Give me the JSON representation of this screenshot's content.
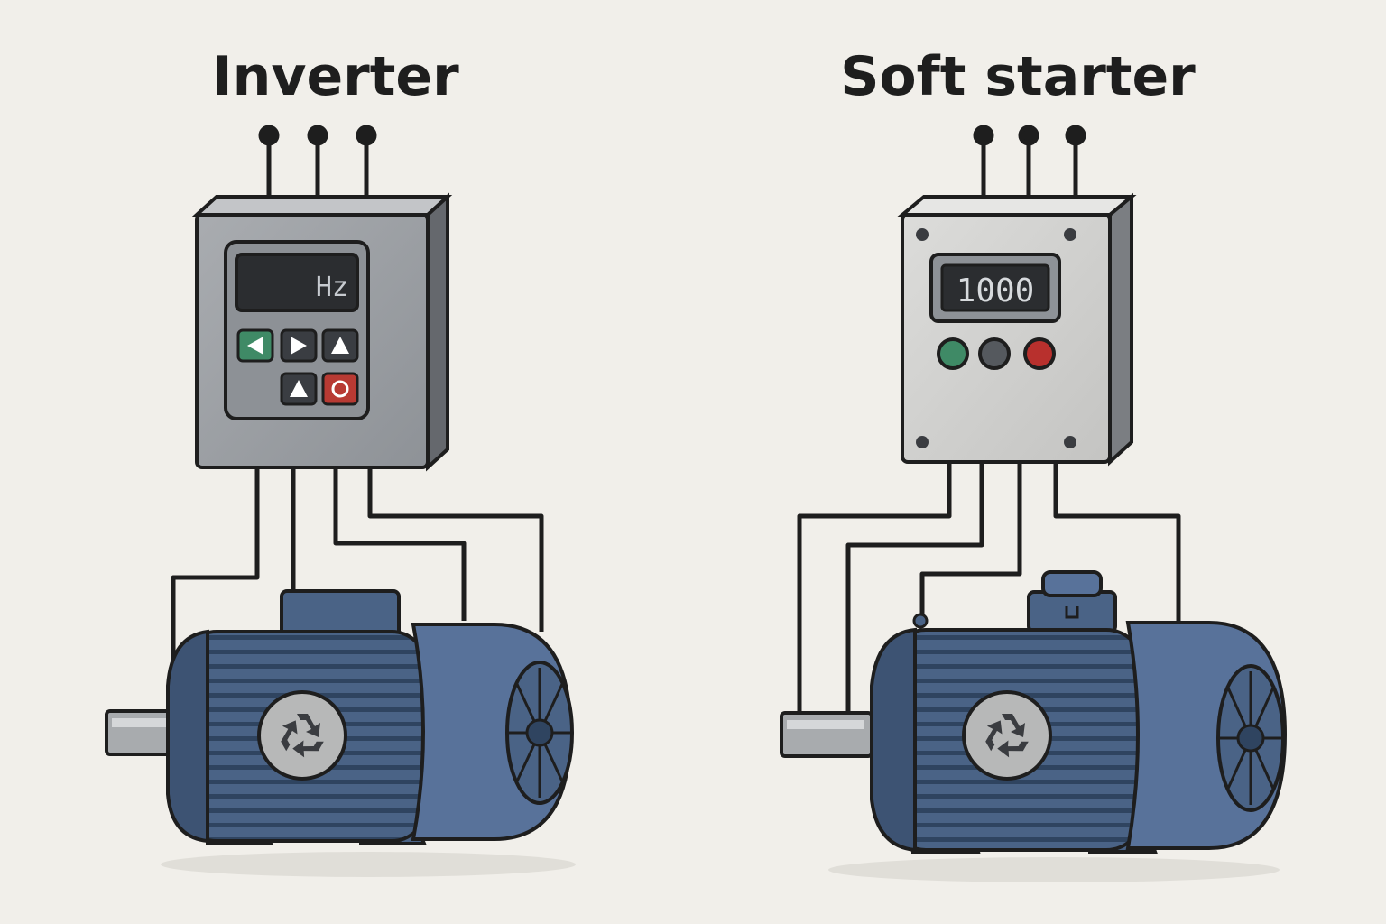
{
  "left": {
    "title": "Inverter",
    "display_text": "Hz",
    "keypad": [
      {
        "icon": "left-arrow-icon",
        "color": "#3f8a66"
      },
      {
        "icon": "right-arrow-icon",
        "color": "#3a3d42"
      },
      {
        "icon": "up-arrow-icon",
        "color": "#3a3d42"
      },
      {
        "icon": "up-arrow-icon",
        "color": "#3a3d42"
      },
      {
        "icon": "power-icon",
        "color": "#b83a33"
      }
    ]
  },
  "right": {
    "title": "Soft starter",
    "display_text": "1000",
    "buttons": [
      {
        "name": "green-button",
        "color": "#3f8a66"
      },
      {
        "name": "gray-button",
        "color": "#55595e"
      },
      {
        "name": "red-button",
        "color": "#b8302d"
      }
    ]
  },
  "motor": {
    "badge_icon": "recycle-icon",
    "body_color": "#4a6386",
    "dark_color": "#2f4460"
  }
}
